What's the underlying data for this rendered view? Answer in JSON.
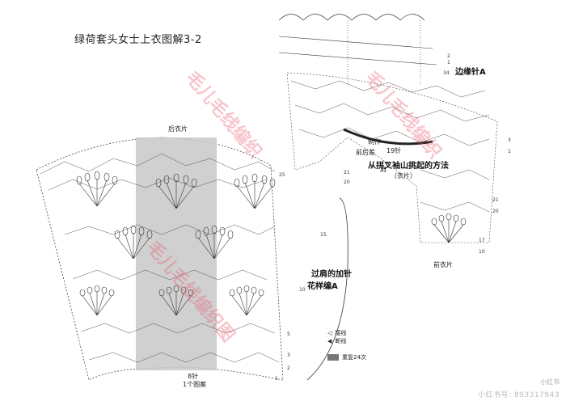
{
  "title": "绿荷套头女士上衣图解3-2",
  "back_label": "后衣片",
  "front_label": "前衣片",
  "edge_label": "边缘针A",
  "center_back_label": "前后差",
  "make_label": "制作",
  "stitch_count_label": "19针",
  "method_label": "从拼叉袖山挑起的方法",
  "sub_label": "（衣片）",
  "shoulder_label": "肩",
  "inc_label_1": "过肩的加针",
  "inc_label_2": "花样编A",
  "bottom_label_1": "8针",
  "bottom_label_2": "1个图案",
  "legend": [
    {
      "symbol": "◁",
      "text": "接线"
    },
    {
      "symbol": "◀",
      "text": "断线"
    },
    {
      "symbol": "swatch",
      "text": "重复24次"
    }
  ],
  "back_row_numbers": [
    "25",
    "21",
    "20",
    "15",
    "10",
    "5",
    "3",
    "2",
    "1"
  ],
  "front_row_numbers": [
    "3",
    "1",
    "21",
    "20",
    "17",
    "10"
  ],
  "top_row_numbers": [
    "2",
    "1",
    "34"
  ],
  "watermarks": [
    "毛儿毛线编织",
    "毛儿毛线编织",
    "毛儿毛线编织图"
  ],
  "brand": "小红书",
  "account": "小红书号: 893317943",
  "colors": {
    "ink": "#222222",
    "shade": "#c8c8c8",
    "watermark": "#e85a6e"
  }
}
